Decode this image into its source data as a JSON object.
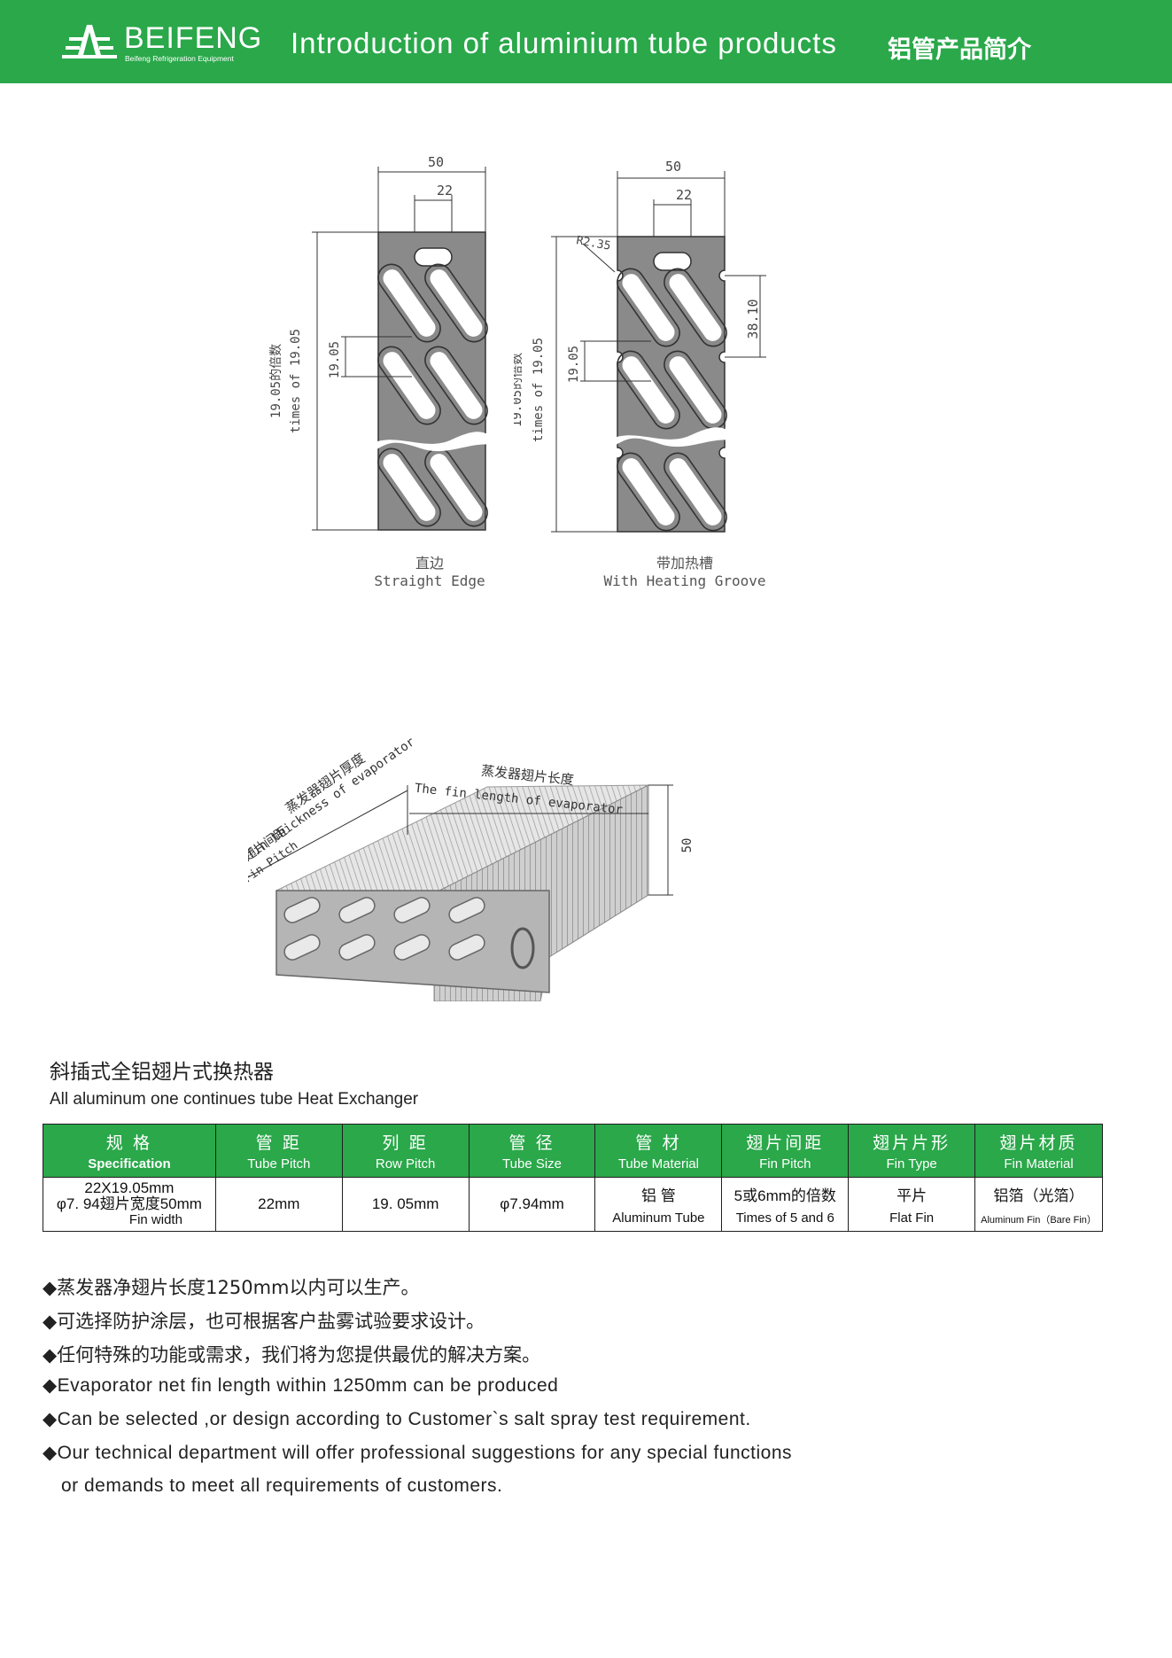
{
  "header": {
    "brand_name": "BEIFENG",
    "brand_sub": "Beifeng Refrigeration Equipment",
    "title": "Introduction of aluminium tube products",
    "title_cn": "铝管产品简介"
  },
  "drawing_straight": {
    "dim_width": "50",
    "dim_slot": "22",
    "dim_pitch": "19.05",
    "dim_height_cn": "19.05的倍数",
    "dim_height_en": "times of 19.05",
    "caption_cn": "直边",
    "caption_en": "Straight Edge"
  },
  "drawing_groove": {
    "dim_width": "50",
    "dim_slot": "22",
    "dim_radius": "R2.35",
    "dim_groove": "38.10",
    "dim_pitch": "19.05",
    "dim_height_cn": "19.05的倍数",
    "dim_height_en": "times of 19.05",
    "caption_cn": "带加热槽",
    "caption_en": "With Heating Groove"
  },
  "drawing_3d": {
    "thickness_cn": "蒸发器翅片厚度",
    "thickness_en": "The fin thickness of evaporator",
    "pitch_cn": "翅片间距",
    "pitch_en": "Fin Pitch",
    "length_cn": "蒸发器翅片长度",
    "length_en": "The fin length of evaporator",
    "height": "50"
  },
  "section": {
    "title_cn": "斜插式全铝翅片式换热器",
    "title_en": "All aluminum one continues tube Heat Exchanger"
  },
  "table": {
    "headers": [
      {
        "cn": "规 格",
        "en": "Specification"
      },
      {
        "cn": "管 距",
        "en": "Tube Pitch"
      },
      {
        "cn": "列 距",
        "en": "Row Pitch"
      },
      {
        "cn": "管 径",
        "en": "Tube Size"
      },
      {
        "cn": "管 材",
        "en": "Tube Material"
      },
      {
        "cn": "翅片间距",
        "en": "Fin Pitch"
      },
      {
        "cn": "翅片片形",
        "en": "Fin Type"
      },
      {
        "cn": "翅片材质",
        "en": "Fin Material"
      }
    ],
    "row": {
      "spec_l1": "22X19.05mm",
      "spec_l2": "φ7. 94翅片宽度50mm",
      "spec_l3": "Fin width",
      "tube_pitch": "22mm",
      "row_pitch": "19. 05mm",
      "tube_size": "φ7.94mm",
      "tube_material_cn": "铝 管",
      "tube_material_en": "Aluminum Tube",
      "fin_pitch_cn": "5或6mm的倍数",
      "fin_pitch_en": "Times of 5 and 6",
      "fin_type_cn": "平片",
      "fin_type_en": "Flat Fin",
      "fin_material_cn": "铝箔（光箔）",
      "fin_material_en": "Aluminum Fin（Bare Fin）"
    }
  },
  "bullets": [
    "◆蒸发器净翅片长度1250mm以内可以生产。",
    "◆可选择防护涂层，也可根据客户盐雾试验要求设计。",
    "◆任何特殊的功能或需求，我们将为您提供最优的解决方案。",
    "◆Evaporator net fin length within 1250mm can be produced",
    "◆Can be selected ,or design according to Customer`s salt spray test requirement.",
    "◆Our technical department will offer professional suggestions for any special functions"
  ],
  "bullet_continuation": "or demands to meet all requirements of customers.",
  "colors": {
    "brand_green": "#2aa84a",
    "fin_gray": "#8a8a8a"
  }
}
